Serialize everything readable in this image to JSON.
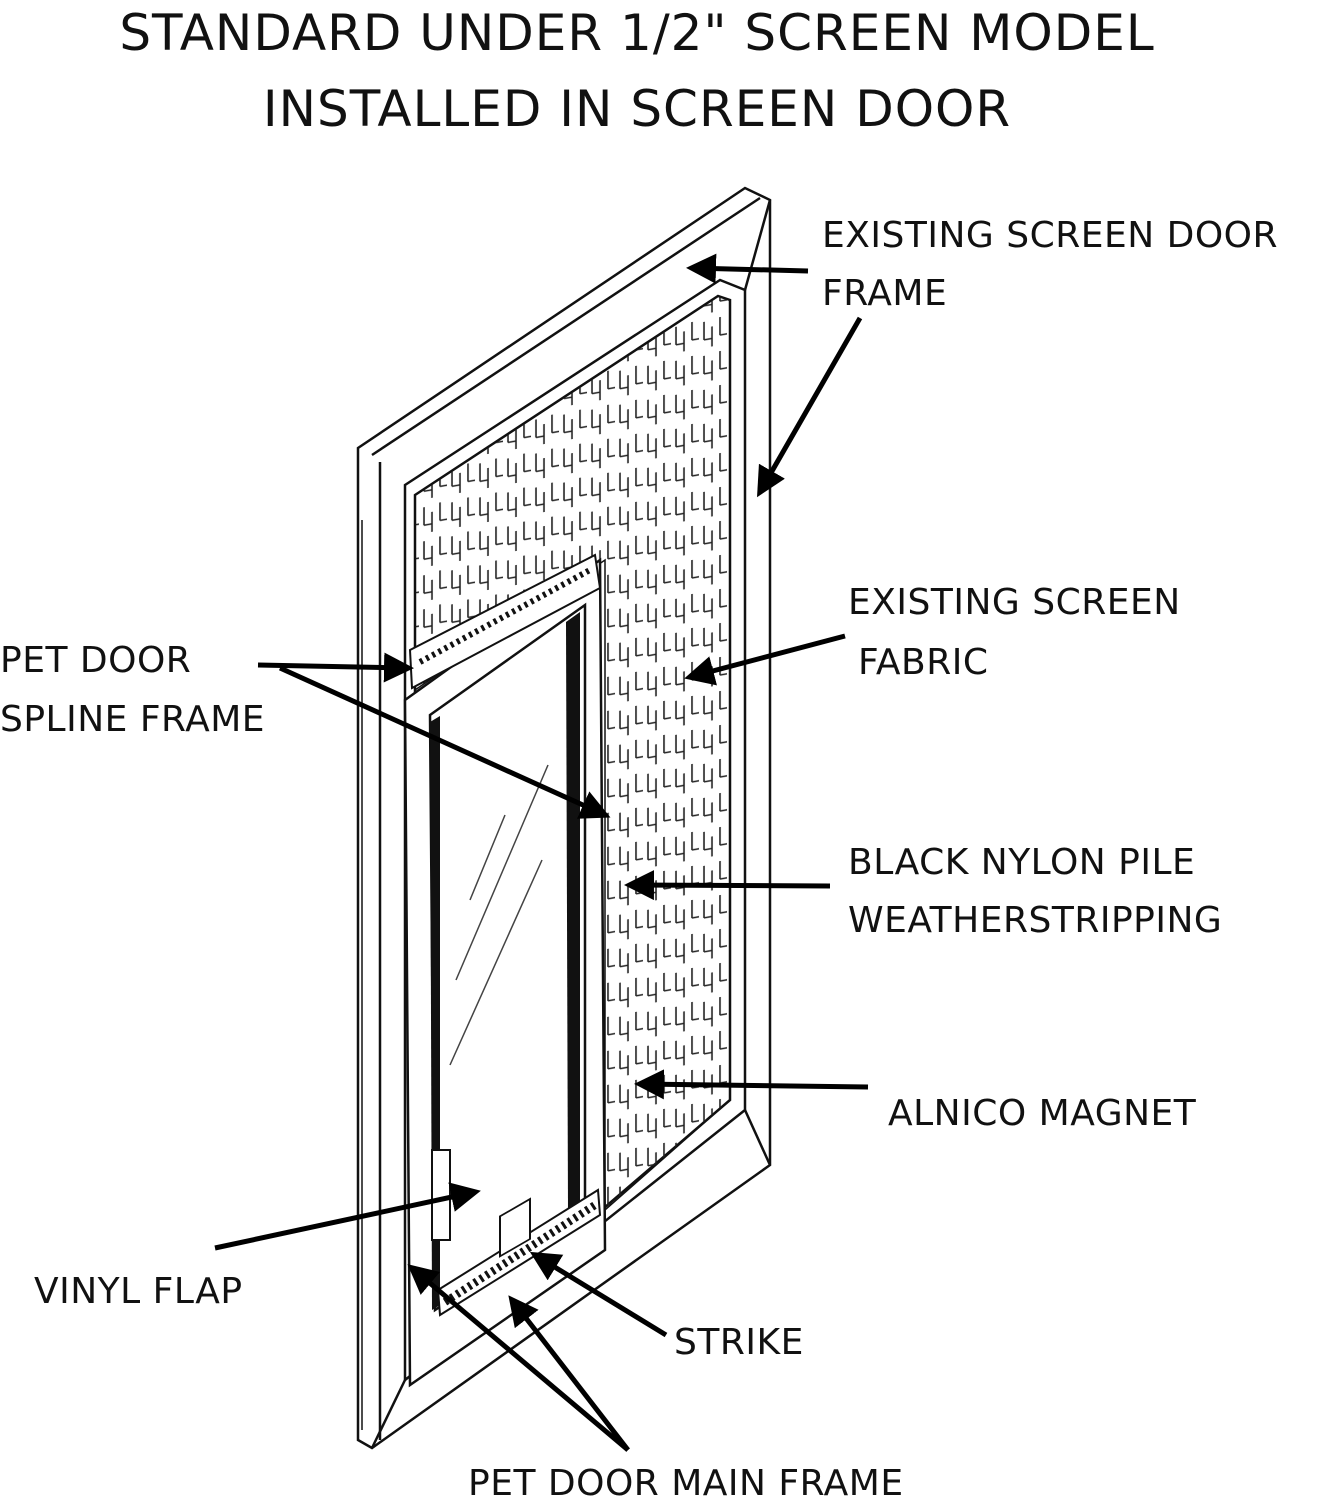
{
  "title": {
    "line1": "STANDARD UNDER 1/2\" SCREEN MODEL",
    "line2": "INSTALLED IN SCREEN DOOR"
  },
  "labels": {
    "existing_frame_1": "EXISTING SCREEN DOOR",
    "existing_frame_2": "FRAME",
    "screen_fabric_1": "EXISTING SCREEN",
    "screen_fabric_2": "FABRIC",
    "spline_1": "PET DOOR",
    "spline_2": "SPLINE FRAME",
    "nylon_1": "BLACK NYLON PILE",
    "nylon_2": "WEATHERSTRIPPING",
    "magnet": "ALNICO MAGNET",
    "vinyl_flap": "VINYL FLAP",
    "strike": "STRIKE",
    "main_frame": "PET DOOR MAIN FRAME"
  }
}
